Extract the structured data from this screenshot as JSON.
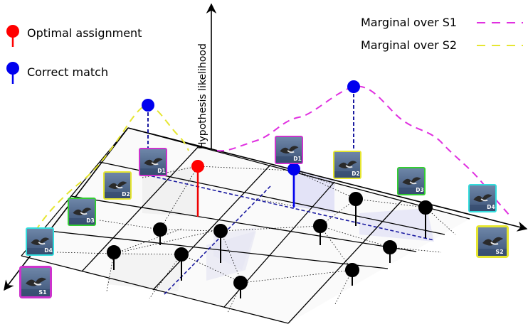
{
  "axis": {
    "vertical_label": "Hypothesis likelihood"
  },
  "legend": {
    "optimal_assignment": "Optimal assignment",
    "correct_match": "Correct match",
    "marginal_s1": "Marginal over S1",
    "marginal_s2": "Marginal over S2"
  },
  "colors": {
    "optimal": "#ff0000",
    "correct": "#0000ee",
    "marginal_s1": "#e030e0",
    "marginal_s2": "#e6e632",
    "frame_s": "#cc33cc",
    "frame_d1": "#cc33cc",
    "frame_d2": "#e6e630",
    "frame_d3": "#33cc33",
    "frame_d4": "#33dddd"
  },
  "thumbnails": {
    "left_s1": "S1",
    "left_d1": "D1",
    "left_d2": "D2",
    "left_d3": "D3",
    "left_d4": "D4",
    "right_s2": "S2",
    "right_d1": "D1",
    "right_d2": "D2",
    "right_d3": "D3",
    "right_d4": "D4"
  }
}
